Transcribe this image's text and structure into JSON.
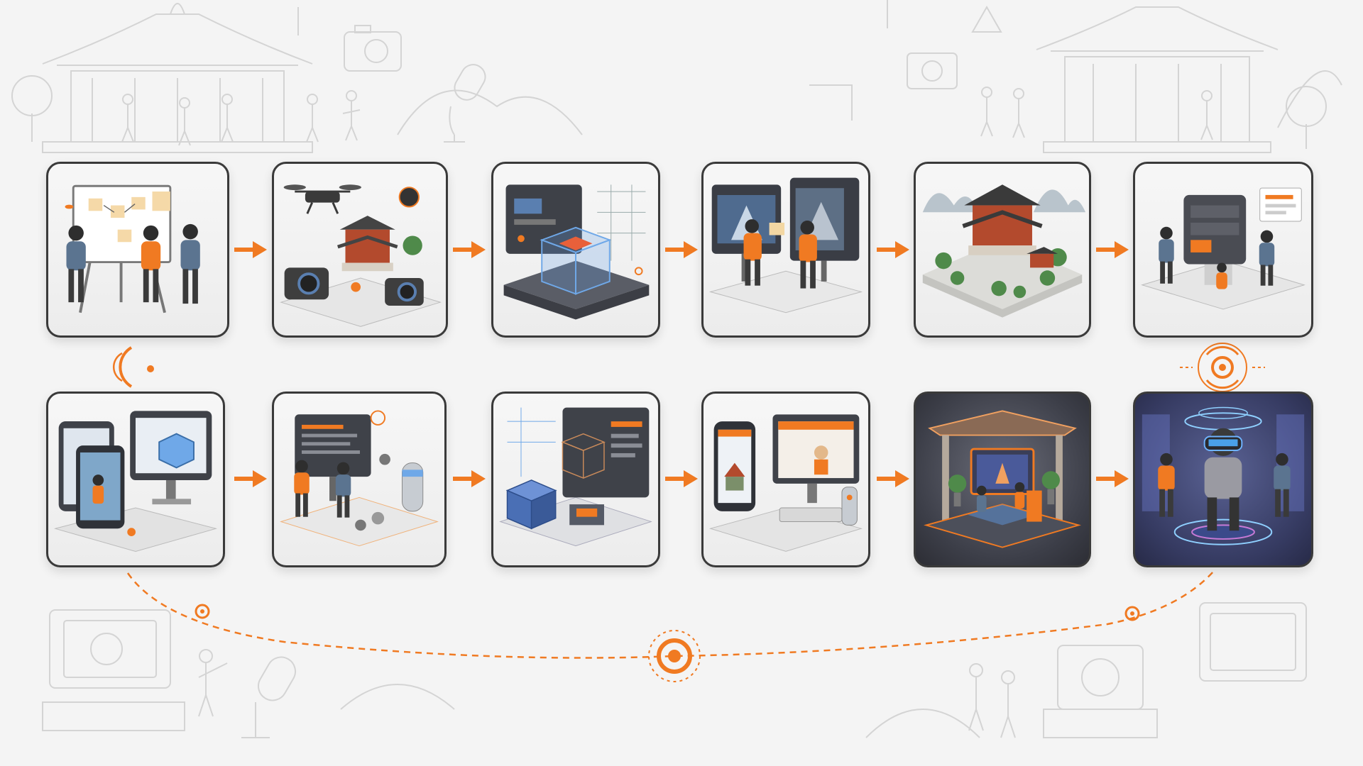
{
  "colors": {
    "accent": "#f07a22",
    "card_border": "#3a3a3a",
    "sketch": "#d2d2d2",
    "background": "#f4f4f4"
  },
  "rows": [
    {
      "steps": [
        {
          "scene": "team-planning-whiteboard"
        },
        {
          "scene": "drone-camera-capture-temple"
        },
        {
          "scene": "3d-wireframe-cube-platform"
        },
        {
          "scene": "designers-at-monitors"
        },
        {
          "scene": "temple-model-diorama"
        },
        {
          "scene": "server-machine-review"
        }
      ]
    },
    {
      "steps": [
        {
          "scene": "tablet-monitor-preview"
        },
        {
          "scene": "developers-monitor-tools"
        },
        {
          "scene": "wireframe-building-blocks"
        },
        {
          "scene": "multi-device-app-display"
        },
        {
          "scene": "exhibition-pavilion-screen"
        },
        {
          "scene": "vr-headset-experience"
        }
      ]
    }
  ],
  "icons": [
    "arrow-right-icon",
    "target-icon",
    "camera-icon",
    "microphone-icon",
    "temple-sketch-icon"
  ]
}
